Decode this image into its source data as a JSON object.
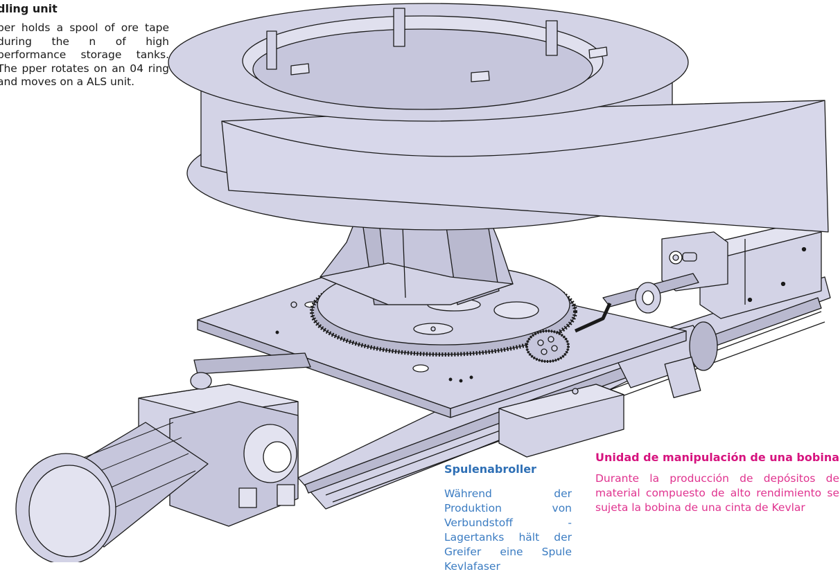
{
  "panels": {
    "en": {
      "title": "dling unit",
      "body": "per holds a spool of ore tape during the n of high performance storage tanks. The pper rotates on an 04 ring and moves on a ALS unit."
    },
    "de": {
      "title": "Spulenabroller",
      "body": "Während der Produktion von Verbundstoff - Lagertanks hält der Greifer eine Spule Kevlafaser"
    },
    "es": {
      "title": "Unidad de manipulación de una bobina",
      "body": "Durante la producción de depósitos de material compuesto de alto rendimiento se sujeta la bobina de una cinta de Kevlar"
    }
  },
  "colors": {
    "part_fill": "#d3d3e6",
    "part_fill_dark": "#b9b9cf",
    "outline": "#1a1a1a",
    "en_text": "#1a1a1a",
    "de_title": "#2e6fb5",
    "es_title": "#d6137e"
  }
}
